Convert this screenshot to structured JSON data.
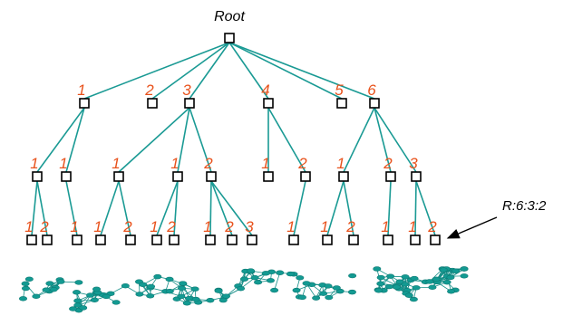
{
  "diagram": {
    "root_label": "Root",
    "annotation": "R:6:3:2",
    "colors": {
      "edge": "#1a9a94",
      "rank_label": "#e8521c",
      "network": "#139a92",
      "arrow": "#000000"
    },
    "level1_labels": [
      "1",
      "2",
      "3",
      "4",
      "5",
      "6"
    ],
    "level2_labels": [
      "1",
      "1",
      "1",
      "1",
      "2",
      "1",
      "2",
      "1",
      "2",
      "3"
    ],
    "level3_labels": [
      "1",
      "2",
      "1",
      "1",
      "2",
      "1",
      "2",
      "1",
      "2",
      "3",
      "1",
      "1",
      "2",
      "1",
      "1",
      "2"
    ]
  }
}
